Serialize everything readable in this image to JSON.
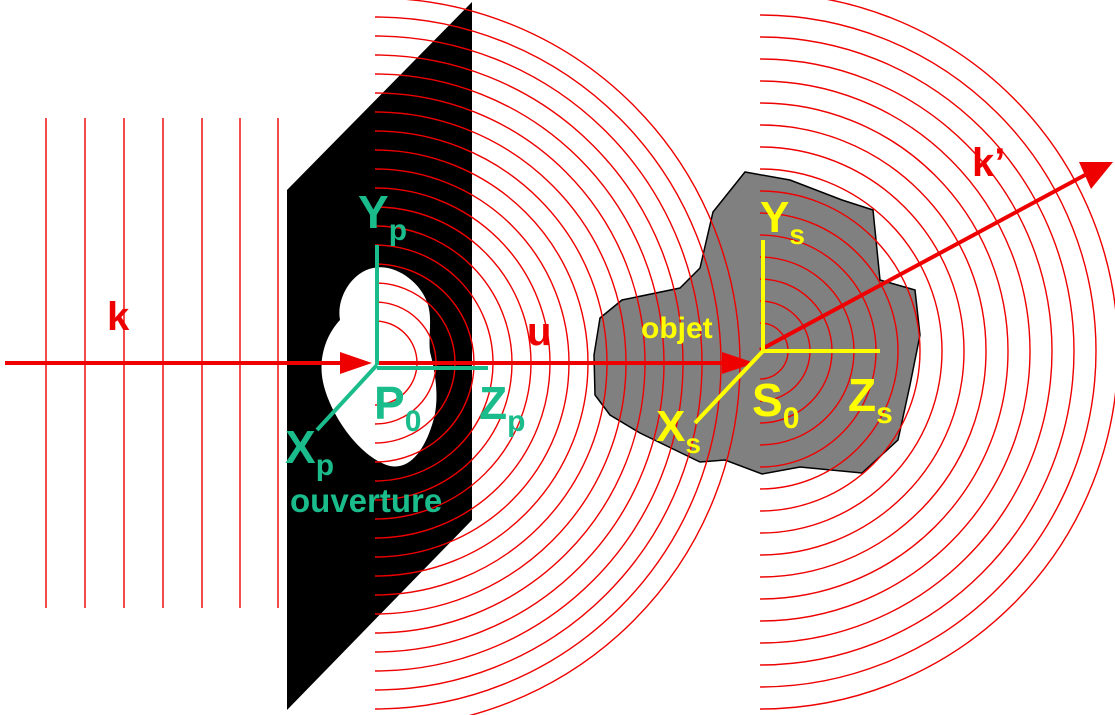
{
  "labels": {
    "k": "k",
    "k_prime": "k’",
    "u": "u",
    "aperture_y": "Y",
    "aperture_y_sub": "p",
    "aperture_x": "X",
    "aperture_x_sub": "p",
    "aperture_z": "Z",
    "aperture_z_sub": "p",
    "aperture_origin": "P",
    "aperture_origin_sub": "0",
    "aperture_caption": "ouverture",
    "object_caption": "objet",
    "object_y": "Y",
    "object_y_sub": "s",
    "object_x": "X",
    "object_x_sub": "s",
    "object_z": "Z",
    "object_z_sub": "s",
    "object_origin": "S",
    "object_origin_sub": "0"
  },
  "colors": {
    "wave": "#ee0000",
    "aperture_axes": "#1bbc8c",
    "object_axes": "#ffff00",
    "screen": "#000000",
    "object_fill": "#808080",
    "hole": "#ffffff"
  }
}
